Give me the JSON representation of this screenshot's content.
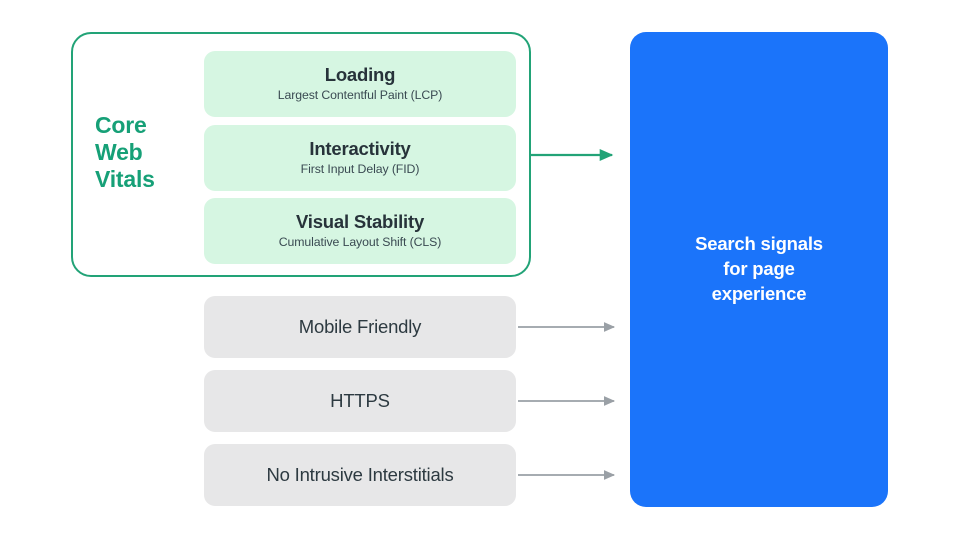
{
  "diagram": {
    "title": "Search signals for page experience",
    "colors": {
      "green": "#16a077",
      "green_border": "#22a377",
      "mint": "#d6f6e2",
      "blue": "#1b74fa",
      "gray": "#e7e7e8",
      "gray_arrow": "#9aa0a6",
      "text_dark": "#27333a",
      "white": "#ffffff",
      "background": "#ffffff"
    }
  },
  "core_web_vitals": {
    "group_label_line1": "Core",
    "group_label_line2": "Web",
    "group_label_line3": "Vitals",
    "metrics": [
      {
        "title": "Loading",
        "subtitle": "Largest Contentful Paint (LCP)"
      },
      {
        "title": "Interactivity",
        "subtitle": "First Input Delay (FID)"
      },
      {
        "title": "Visual Stability",
        "subtitle": "Cumulative Layout Shift (CLS)"
      }
    ]
  },
  "other_signals": [
    {
      "label": "Mobile Friendly"
    },
    {
      "label": "HTTPS"
    },
    {
      "label": "No Intrusive Interstitials"
    }
  ],
  "destination": {
    "text": "Search signals\nfor page\nexperience"
  }
}
